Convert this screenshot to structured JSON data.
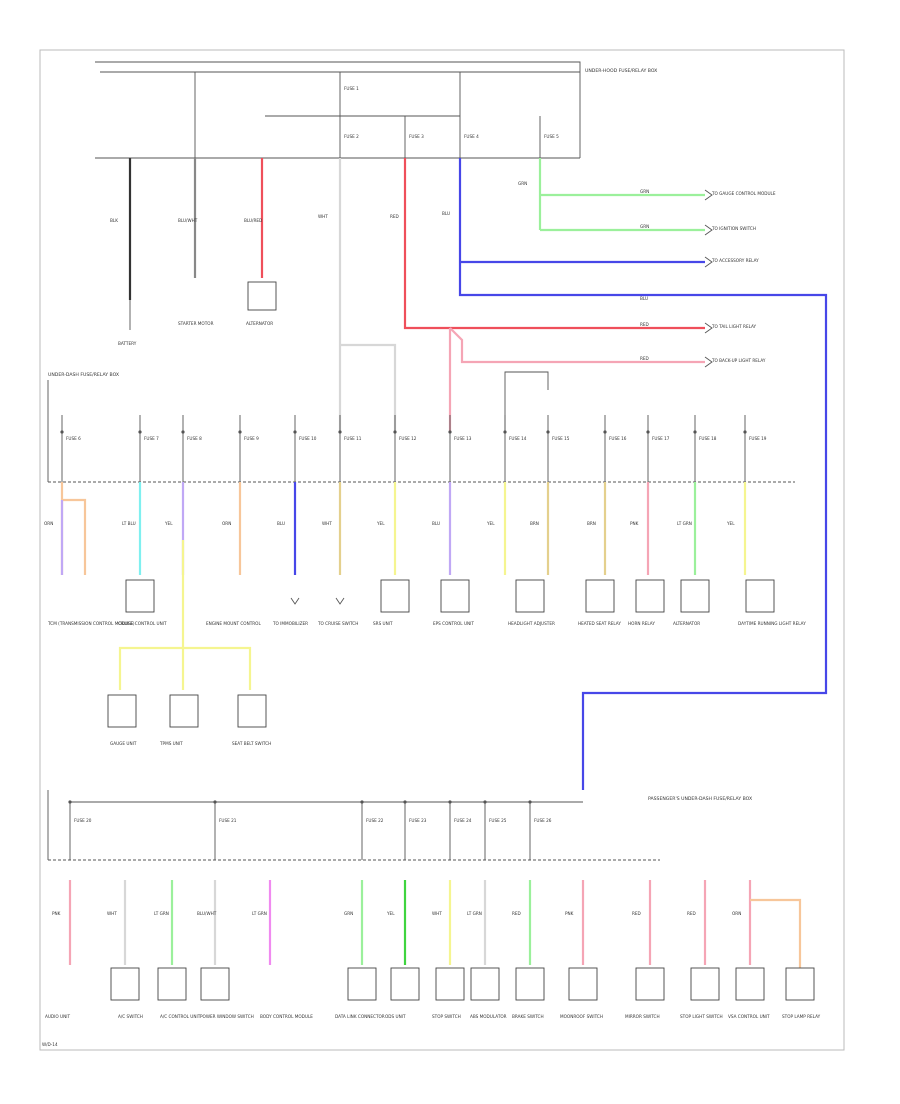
{
  "colors": {
    "black": "#333333",
    "red": "#ef4f5b",
    "pink": "#f5a5b5",
    "blue": "#4747e8",
    "lt_green": "#9bf09b",
    "green": "#3fd43f",
    "yellow": "#f5f590",
    "cyan": "#7ff0f0",
    "orange": "#f7c69a",
    "tan": "#e4d08d",
    "violet": "#c0a8f5",
    "magenta": "#f08af0",
    "white_wire": "#d7d7d7"
  },
  "labels": {
    "page_ref": "W/D-14",
    "hood_fuse_box": "UNDER-HOOD FUSE/RELAY BOX",
    "dash_fuse_box": "UNDER-DASH FUSE/RELAY BOX",
    "pass_fuse_box": "PASSENGER'S UNDER-DASH FUSE/RELAY BOX",
    "battery": "BATTERY",
    "starter": "STARTER MOTOR",
    "alternator_top": "ALTERNATOR",
    "to_gauge_control": "TO GAUGE CONTROL MODULE",
    "to_ign_switch": "TO IGNITION SWITCH",
    "to_acc_relay": "TO ACCESSORY RELAY",
    "to_tail_light": "TO TAIL LIGHT RELAY",
    "to_back_up": "TO BACK-UP LIGHT RELAY"
  },
  "fuses_top": [
    "FUSE 1",
    "FUSE 2",
    "FUSE 3",
    "FUSE 4",
    "FUSE 5"
  ],
  "wires_top": [
    "BLK",
    "BLU/WHT",
    "BLU/RED",
    "WHT",
    "RED",
    "BLU",
    "GRN",
    "GRN",
    "GRN",
    "BLU",
    "RED",
    "RED"
  ],
  "dash_fuses": [
    "FUSE 6",
    "FUSE 7",
    "FUSE 8",
    "FUSE 9",
    "FUSE 10",
    "FUSE 11",
    "FUSE 12",
    "FUSE 13",
    "FUSE 14",
    "FUSE 15",
    "FUSE 16",
    "FUSE 17",
    "FUSE 18",
    "FUSE 19"
  ],
  "dash_wires": [
    "ORN",
    "LT BLU",
    "YEL",
    "ORN",
    "BLU",
    "WHT",
    "YEL",
    "BLU",
    "YEL",
    "BRN",
    "BRN",
    "PNK",
    "LT GRN",
    "YEL"
  ],
  "dash_loads": [
    "TCM (TRANSMISSION CONTROL MODULE)",
    "CRUISE CONTROL UNIT",
    "ENGINE MOUNT CONTROL",
    "TO IMMOBILIZER",
    "TO CRUISE SWITCH",
    "SRS UNIT",
    "EPS CONTROL UNIT",
    "HEADLIGHT ADJUSTER",
    "HEATED SEAT RELAY",
    "HORN RELAY",
    "ALTERNATOR",
    "DAYTIME RUNNING LIGHT RELAY"
  ],
  "mid_loads": [
    "GAUGE UNIT",
    "TPMS UNIT",
    "SEAT BELT SWITCH"
  ],
  "pass_fuses": [
    "FUSE 20",
    "FUSE 21",
    "FUSE 22",
    "FUSE 23",
    "FUSE 24",
    "FUSE 25",
    "FUSE 26"
  ],
  "bottom_wires": [
    "PNK",
    "WHT",
    "LT GRN",
    "BLU/WHT",
    "LT GRN",
    "GRN",
    "YEL",
    "WHT",
    "LT GRN",
    "RED",
    "PNK",
    "RED",
    "RED",
    "ORN"
  ],
  "bottom_loads": [
    "AUDIO UNIT",
    "A/C SWITCH",
    "A/C CONTROL UNIT",
    "POWER WINDOW SWITCH",
    "BODY CONTROL MODULE",
    "DATA LINK CONNECTOR",
    "ODS UNIT",
    "STOP SWITCH",
    "ABS MODULATOR",
    "BRAKE SWITCH",
    "MOONROOF SWITCH",
    "MIRROR SWITCH",
    "STOP LIGHT SWITCH",
    "VSA CONTROL UNIT",
    "STOP LAMP RELAY"
  ]
}
